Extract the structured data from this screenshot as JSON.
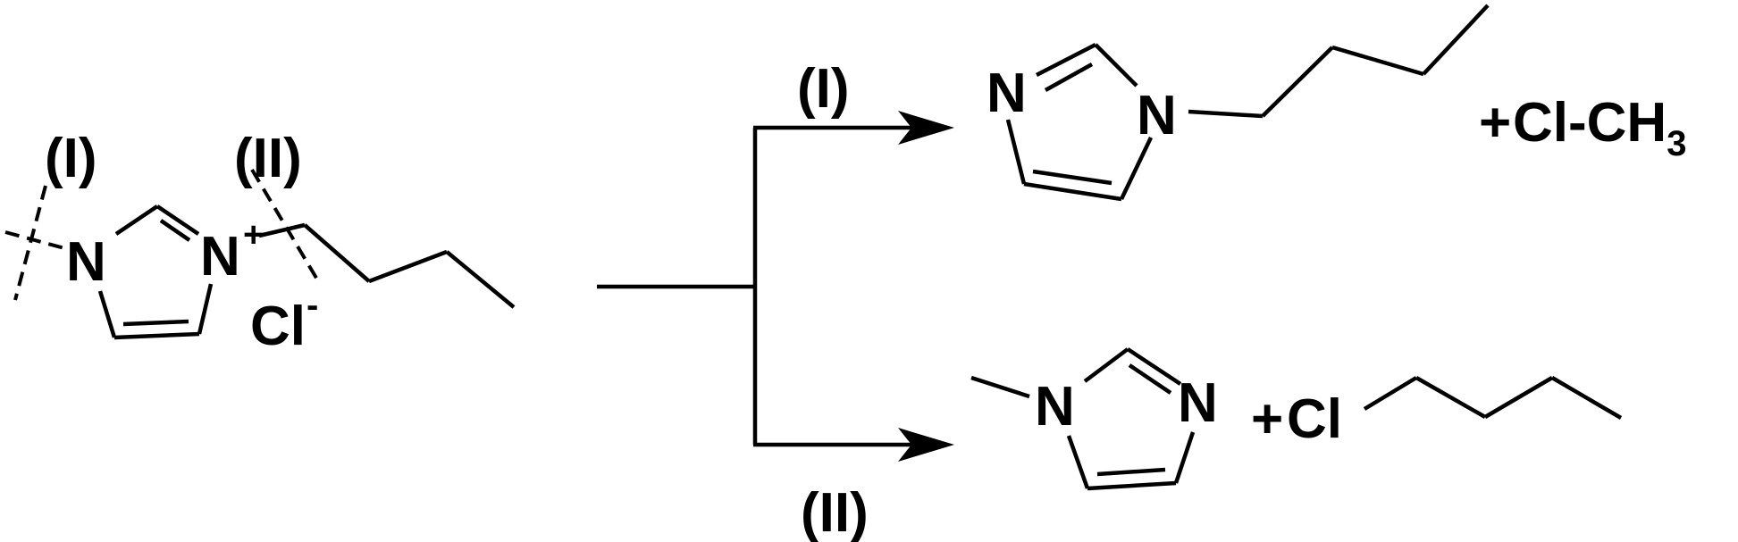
{
  "reactant": {
    "n1": "N",
    "n3": "N",
    "charge_plus": "+",
    "counterion": "Cl",
    "counterion_charge": "-",
    "cleavage_label_1": "(I)",
    "cleavage_label_2": "(II)"
  },
  "pathways": {
    "upper_label": "(I)",
    "lower_label": "(II)"
  },
  "product_1": {
    "n_left": "N",
    "n_right": "N",
    "plus": "+",
    "byproduct": "Cl-CH",
    "byproduct_subscript": "3"
  },
  "product_2": {
    "n_left": "N",
    "n_right": "N",
    "plus": "+",
    "byproduct": "Cl"
  }
}
